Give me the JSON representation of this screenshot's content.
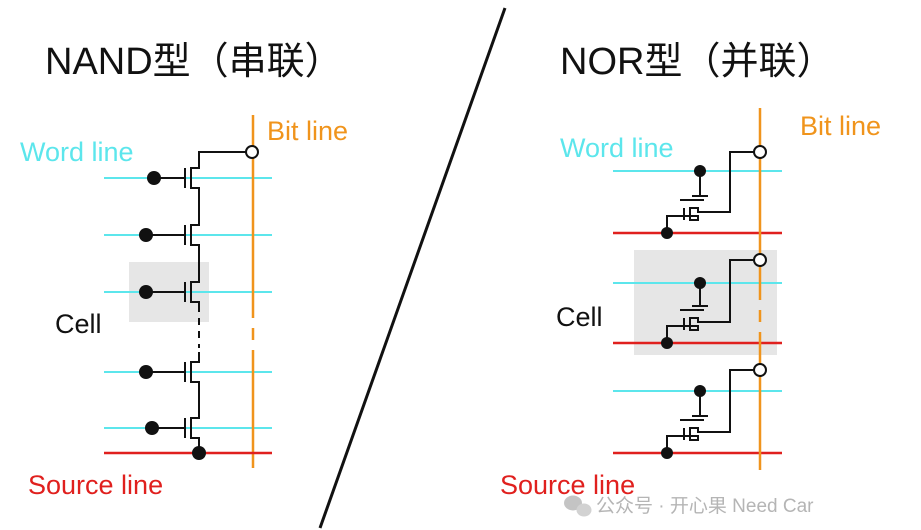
{
  "nand": {
    "title": "NAND型（串联）",
    "word_line_label": "Word line",
    "bit_line_label": "Bit line",
    "cell_label": "Cell",
    "source_line_label": "Source line"
  },
  "nor": {
    "title": "NOR型（并联）",
    "word_line_label": "Word line",
    "bit_line_label": "Bit line",
    "cell_label": "Cell",
    "source_line_label": "Source line"
  },
  "watermark": {
    "text": "公众号 · 开心果 Need Car"
  },
  "colors": {
    "word_line": "#5ce6ec",
    "bit_line": "#f0941c",
    "source_line": "#e0201e",
    "circuit": "#111111",
    "cell_highlight": "#e6e6e6",
    "watermark": "#b5b5b5"
  }
}
